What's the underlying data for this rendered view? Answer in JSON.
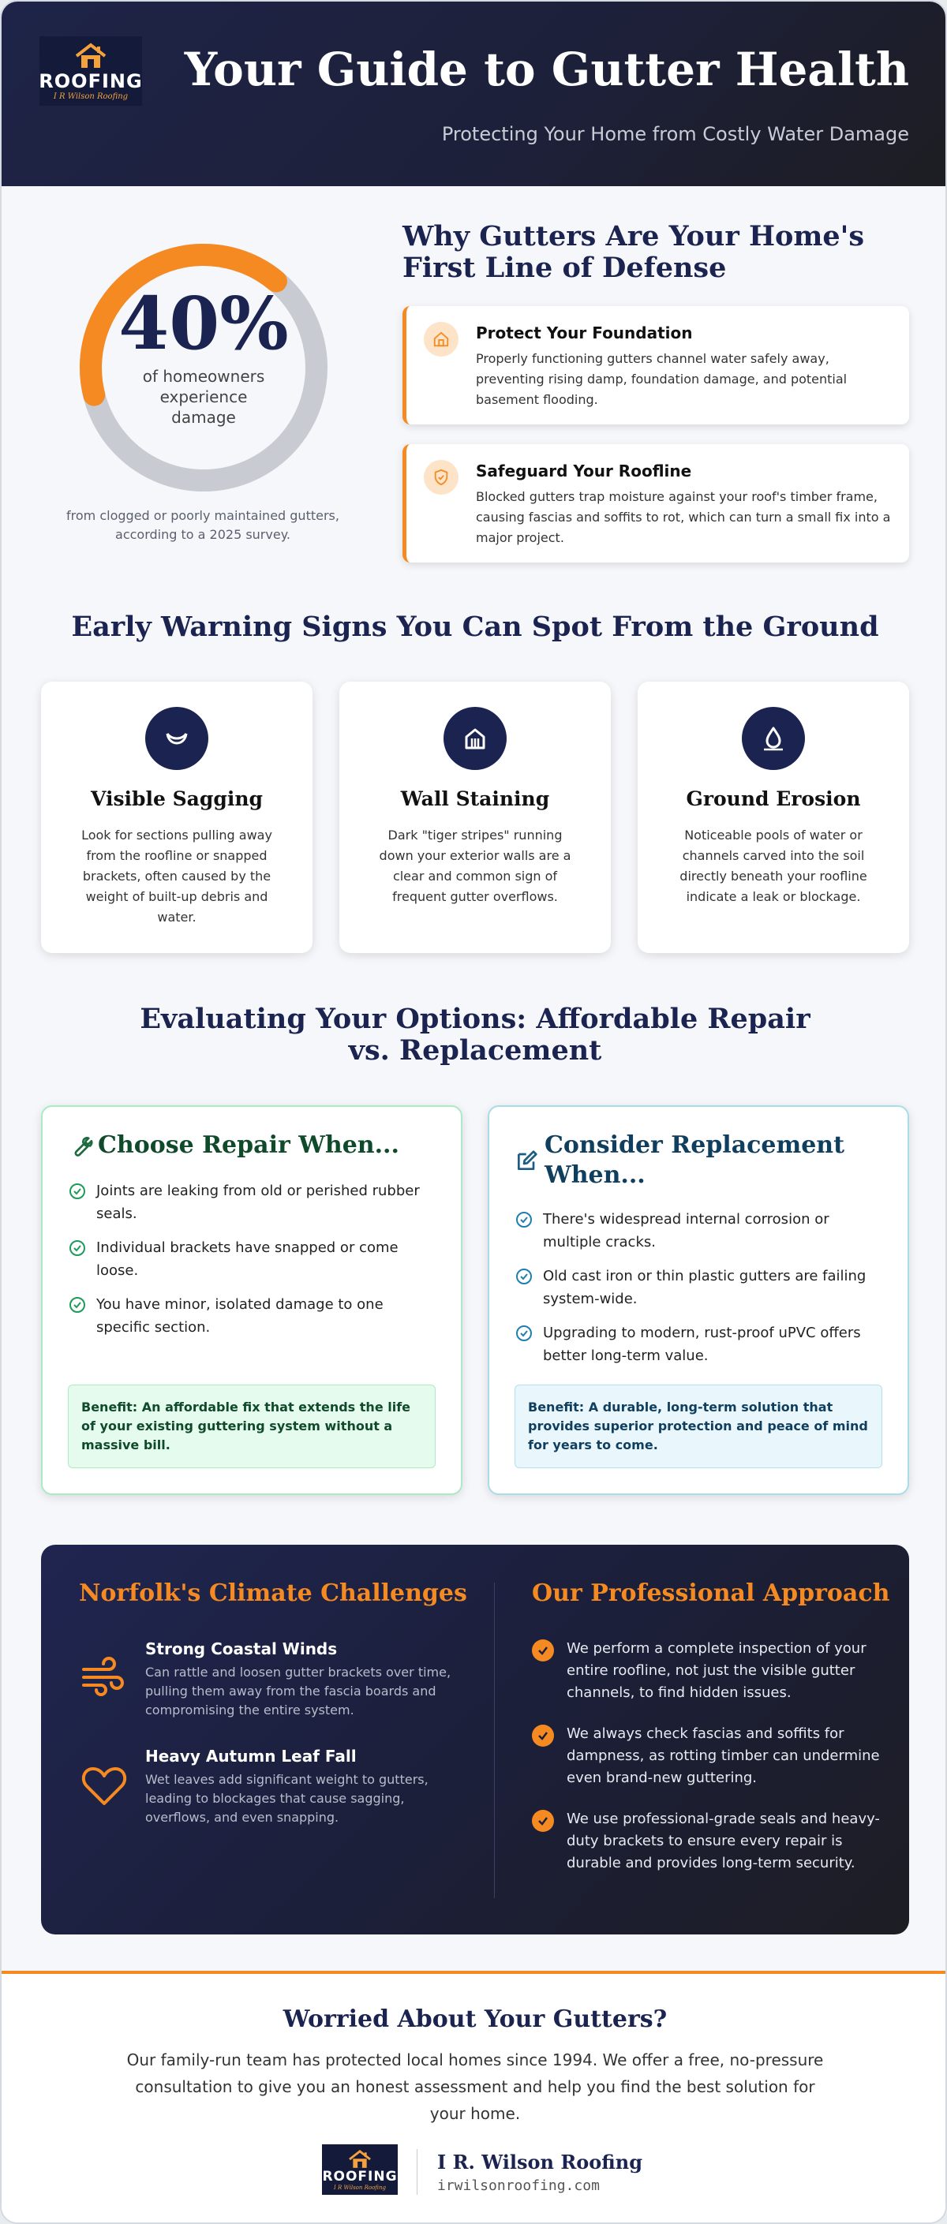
{
  "brand": {
    "logo_word": "ROOFING",
    "logo_sub": "I R Wilson Roofing",
    "name": "I R. Wilson Roofing",
    "url": "irwilsonroofing.com",
    "colors": {
      "navy": "#1b2350",
      "orange": "#f58a22",
      "green": "#0f4a2b",
      "teal": "#0f3e5e"
    }
  },
  "header": {
    "title": "Your Guide to Gutter Health",
    "subtitle": "Protecting Your Home from Costly Water Damage"
  },
  "stat": {
    "value": "40%",
    "percent": 40,
    "label": "of homeowners experience damage",
    "source": "from clogged or poorly maintained gutters, according to a 2025 survey."
  },
  "defense": {
    "title": "Why Gutters Are Your Home's First Line of Defense",
    "items": [
      {
        "icon": "house-icon",
        "title": "Protect Your Foundation",
        "text": "Properly functioning gutters channel water safely away, preventing rising damp, foundation damage, and potential basement flooding."
      },
      {
        "icon": "shield-icon",
        "title": "Safeguard Your Roofline",
        "text": "Blocked gutters trap moisture against your roof's timber frame, causing fascias and soffits to rot, which can turn a small fix into a major project."
      }
    ]
  },
  "warnings": {
    "title": "Early Warning Signs You Can Spot From the Ground",
    "items": [
      {
        "icon": "sagging-icon",
        "title": "Visible Sagging",
        "text": "Look for sections pulling away from the roofline or snapped brackets, often caused by the weight of built-up debris and water."
      },
      {
        "icon": "wall-stain-icon",
        "title": "Wall Staining",
        "text": "Dark \"tiger stripes\" running down your exterior walls are a clear and common sign of frequent gutter overflows."
      },
      {
        "icon": "water-drop-icon",
        "title": "Ground Erosion",
        "text": "Noticeable pools of water or channels carved into the soil directly beneath your roofline indicate a leak or blockage."
      }
    ]
  },
  "options": {
    "title": "Evaluating Your Options: Affordable Repair vs. Replacement",
    "repair": {
      "icon": "wrench-icon",
      "title": "Choose Repair When...",
      "items": [
        "Joints are leaking from old or perished rubber seals.",
        "Individual brackets have snapped or come loose.",
        "You have minor, isolated damage to one specific section."
      ],
      "benefit": "Benefit: An affordable fix that extends the life of your existing guttering system without a massive bill."
    },
    "replace": {
      "icon": "edit-icon",
      "title": "Consider Replacement When...",
      "items": [
        "There's widespread internal corrosion or multiple cracks.",
        "Old cast iron or thin plastic gutters are failing system-wide.",
        "Upgrading to modern, rust-proof uPVC offers better long-term value."
      ],
      "benefit": "Benefit: A durable, long-term solution that provides superior protection and peace of mind for years to come."
    }
  },
  "climate": {
    "title": "Norfolk's Climate Challenges",
    "items": [
      {
        "icon": "wind-icon",
        "title": "Strong Coastal Winds",
        "text": "Can rattle and loosen gutter brackets over time, pulling them away from the fascia boards and compromising the entire system."
      },
      {
        "icon": "heart-icon",
        "title": "Heavy Autumn Leaf Fall",
        "text": "Wet leaves add significant weight to gutters, leading to blockages that cause sagging, overflows, and even snapping."
      }
    ]
  },
  "approach": {
    "title": "Our Professional Approach",
    "items": [
      "We perform a complete inspection of your entire roofline, not just the visible gutter channels, to find hidden issues.",
      "We always check fascias and soffits for dampness, as rotting timber can undermine even brand-new guttering.",
      "We use professional-grade seals and heavy-duty brackets to ensure every repair is durable and provides long-term security."
    ]
  },
  "footer": {
    "title": "Worried About Your Gutters?",
    "text": "Our family-run team has protected local homes since 1994. We offer a free, no-pressure consultation to give you an honest assessment and help you find the best solution for your home."
  }
}
